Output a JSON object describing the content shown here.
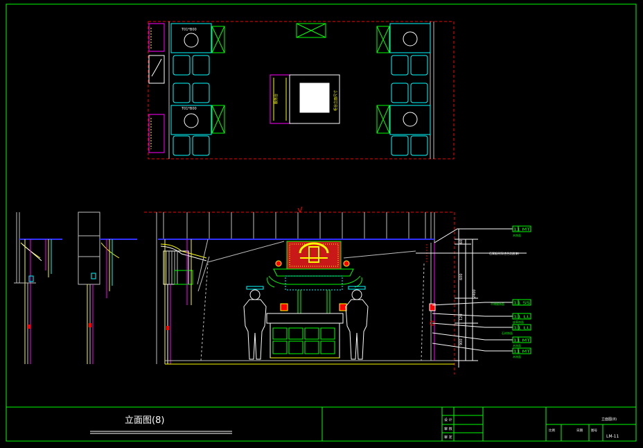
{
  "drawing": {
    "title": "立面图(8)",
    "plan_labels": {
      "table_top_left": "T01*B00",
      "table_bottom_left": "T01*B00",
      "center_label_1": "服务台",
      "center_label_2": "柜台立面尺寸"
    },
    "callouts": [
      "11 MT",
      "11 SS",
      "11 LL",
      "11 LL",
      "11 MT",
      "11 MT"
    ],
    "callout_notes": [
      "木饰面",
      "不锈钢饰面",
      "皮革饰面",
      "石材饰面",
      "木饰面",
      "木饰面"
    ],
    "ceiling_note": "石膏板吊顶(白色乳胶漆)",
    "dims": [
      "60",
      "600",
      "2400",
      "120",
      "900"
    ],
    "title_block": {
      "rows": [
        "设 计",
        "审 核",
        "审 定"
      ],
      "drawn_label": "图号",
      "drawing_name": "立面图(8)",
      "sheet_no": "LM-11",
      "scale": "比例",
      "date": "日期"
    }
  },
  "colors": {
    "frame": "#00ff00",
    "cyan": "#00ffff",
    "red": "#ff0000",
    "yellow": "#ffff00",
    "magenta": "#ff00ff",
    "blue": "#3030ff",
    "white": "#ffffff",
    "gray": "#c0c0c0"
  }
}
